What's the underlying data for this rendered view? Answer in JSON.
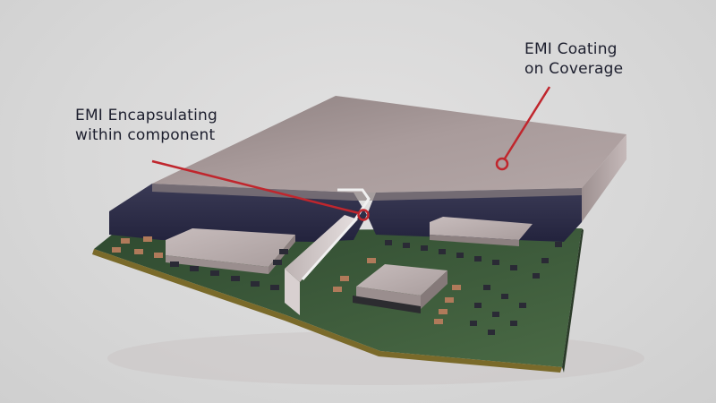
{
  "diagram": {
    "subject": "EMI shielded SiP module on PCB",
    "callouts": [
      {
        "id": "encapsulating",
        "line1": "EMI Encapsulating",
        "line2": "within component",
        "marker": "circle on compartment shielding wall"
      },
      {
        "id": "coating",
        "line1": "EMI Coating",
        "line2": "on Coverage",
        "marker": "circle on top surface of molded cover"
      }
    ],
    "colors": {
      "background": "#d9d9d9",
      "callout_line": "#c0262d",
      "text": "#1d1f2e",
      "cover_top": "#a89a9a",
      "cover_side": "#2a2a45",
      "pcb": "#3e5a3a",
      "shield_wall": "#e8e8e8"
    }
  }
}
